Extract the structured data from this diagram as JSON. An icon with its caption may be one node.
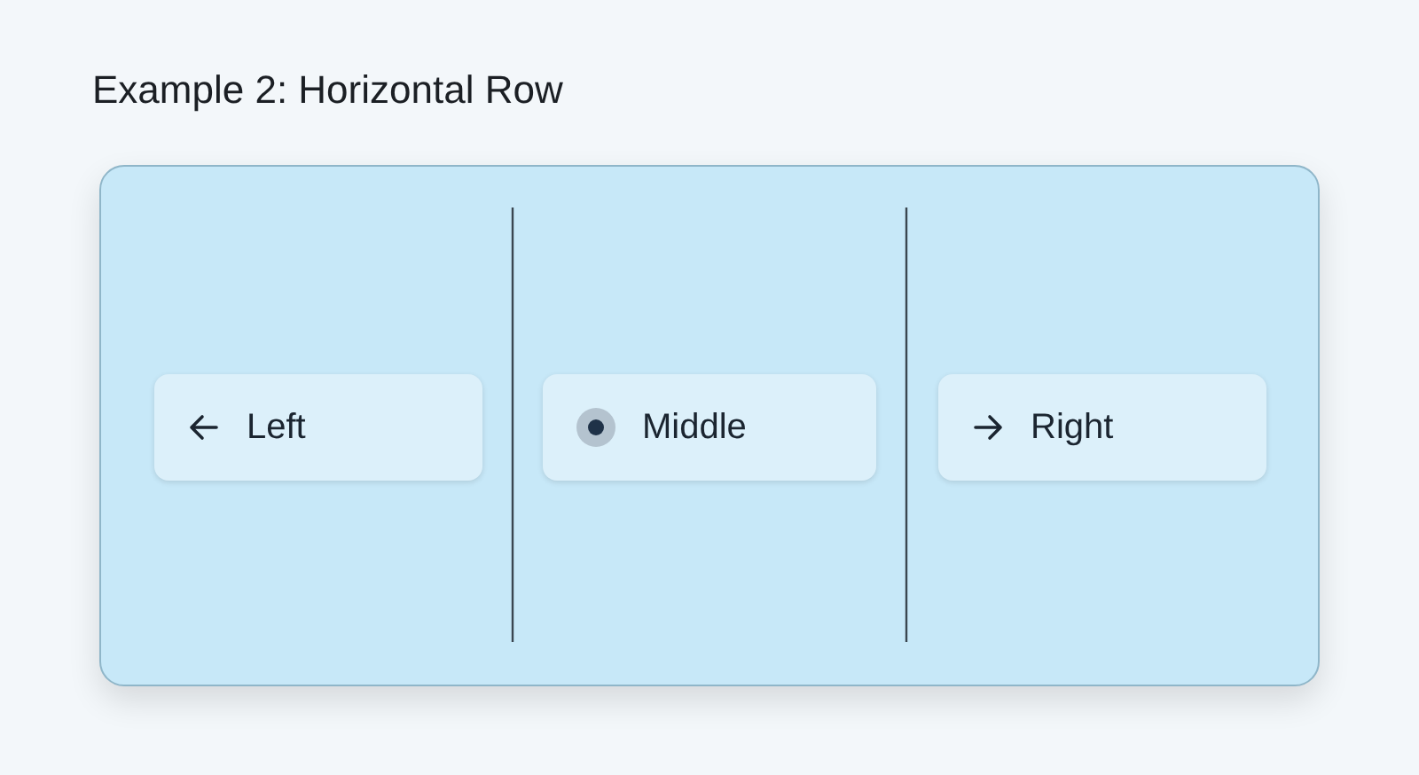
{
  "diagram": {
    "title": "Example 2: Horizontal Row",
    "nodes": [
      {
        "text": [],
        "shape": "box"
      },
      {
        "text": [
          "Left"
        ],
        "in": 0
      },
      {
        "text": [
          "Middle"
        ],
        "in": 0
      },
      {
        "text": [
          "Right"
        ],
        "in": 0
      }
    ]
  }
}
